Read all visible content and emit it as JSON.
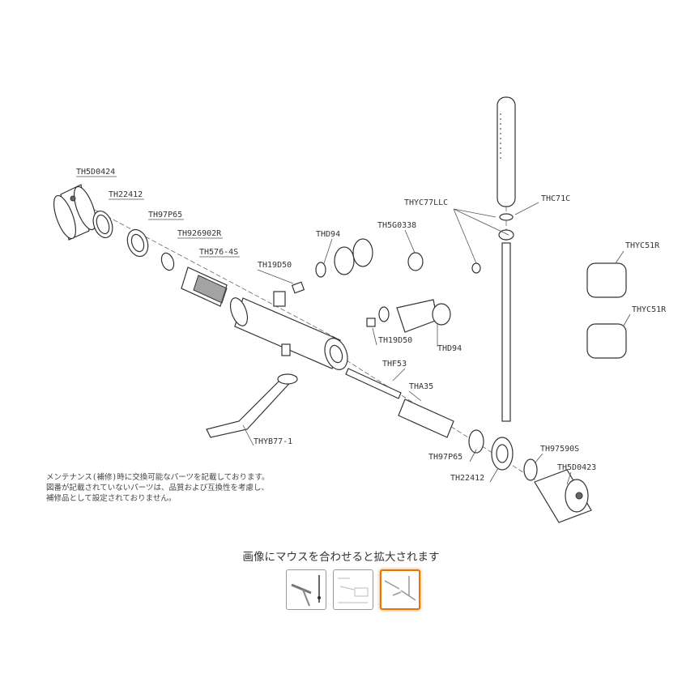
{
  "diagram": {
    "labels": {
      "l1": "TH5D0424",
      "l2": "TH22412",
      "l3": "TH97P65",
      "l4": "TH926902R",
      "l5": "TH576-4S",
      "l6": "TH19D50",
      "l7": "THD94",
      "l8": "TH5G0338",
      "l9": "THYC77LLC",
      "l10": "THC71C",
      "l11": "THYC51R",
      "l12": "THYC51R",
      "l13": "TH19D50",
      "l14": "THD94",
      "l15": "THF53",
      "l16": "THA35",
      "l17": "THYB77-1",
      "l18": "TH97P65",
      "l19": "TH22412",
      "l20": "TH97590S",
      "l21": "TH5D0423"
    },
    "notes": [
      "メンテナンス(補修)時に交換可能なパーツを記載しております。",
      "図番が記載されていないパーツは、品質および互換性を考慮し、",
      "補修品として設定されておりません。"
    ]
  },
  "viewer": {
    "caption": "画像にマウスを合わせると拡大されます",
    "thumbnails": [
      "thumbnail-1",
      "thumbnail-2",
      "thumbnail-3"
    ],
    "selected_index": 2,
    "accent_color": "#e77600"
  }
}
